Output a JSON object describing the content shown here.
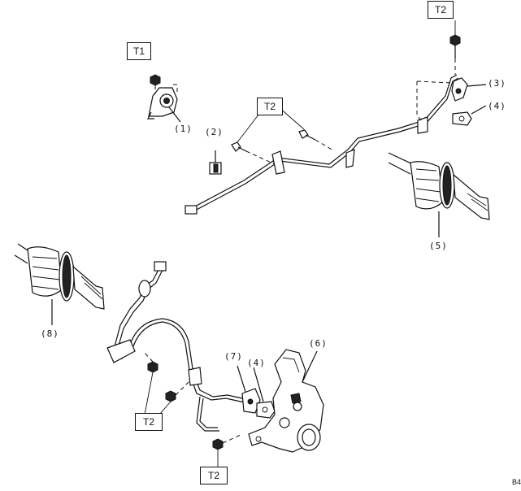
{
  "torque_labels": {
    "t1": "T1",
    "t2_top_right": "T2",
    "t2_center": "T2",
    "t2_bottom_left": "T2",
    "t2_bottom": "T2"
  },
  "callouts": {
    "c1": "(1)",
    "c2": "(2)",
    "c3": "(3)",
    "c4_top": "(4)",
    "c5": "(5)",
    "c6": "(6)",
    "c7": "(7)",
    "c4_bottom": "(4)",
    "c8": "(8)"
  },
  "figure_code": "B4"
}
